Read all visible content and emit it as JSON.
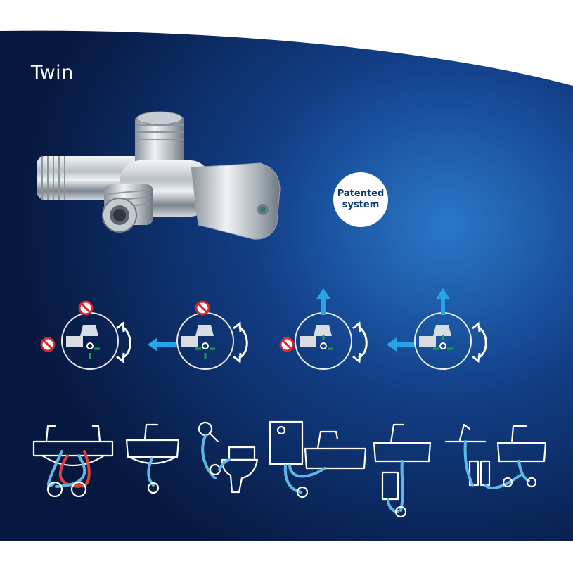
{
  "title": "Twin",
  "badge": {
    "line1": "Patented",
    "line2": "system"
  },
  "colors": {
    "background_dark": "#071c4a",
    "background_light": "#1a5fae",
    "arrow_blue": "#2aa3e6",
    "forbidden_red": "#d9262e",
    "flow_green": "#16a34a",
    "pipe_blue": "#5fb7e6",
    "pipe_red": "#d9453a",
    "line_art": "#ffffff"
  },
  "icons": {
    "product": "angle-valve-twin-image",
    "forbidden": "no-entry-icon",
    "up_arrow": "arrow-up-icon",
    "left_arrow": "arrow-left-icon",
    "rotate": "rotate-both-ways-icon"
  },
  "diagrams": [
    {
      "name": "valve-state-1",
      "blocked": [
        "top",
        "left"
      ],
      "flow": []
    },
    {
      "name": "valve-state-2",
      "blocked": [
        "top"
      ],
      "flow": [
        "left"
      ]
    },
    {
      "name": "valve-state-3",
      "blocked": [
        "left"
      ],
      "flow": [
        "top"
      ]
    },
    {
      "name": "valve-state-4",
      "blocked": [],
      "flow": [
        "top",
        "left"
      ]
    }
  ],
  "applications": [
    "double-basin-sink-illustration",
    "washbasin-illustration",
    "shower-and-toilet-illustration",
    "water-heater-and-sink-illustration",
    "sink-with-undersink-heater-illustration",
    "sink-with-water-filter-illustration"
  ]
}
